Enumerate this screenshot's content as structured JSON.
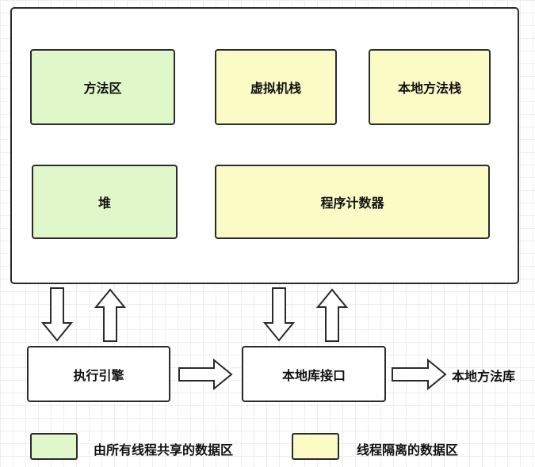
{
  "runtime_area": {
    "method_area": "方法区",
    "vm_stack": "虚拟机栈",
    "native_method_stack": "本地方法栈",
    "heap": "堆",
    "program_counter": "程序计数器"
  },
  "execution_engine": "执行引擎",
  "native_interface": "本地库接口",
  "native_library": "本地方法库",
  "legend": {
    "shared": "由所有线程共享的数据区",
    "isolated": "线程隔离的数据区"
  },
  "colors": {
    "shared": "#dff7c9",
    "isolated": "#fbfbc6",
    "border": "#2b2b2b"
  }
}
